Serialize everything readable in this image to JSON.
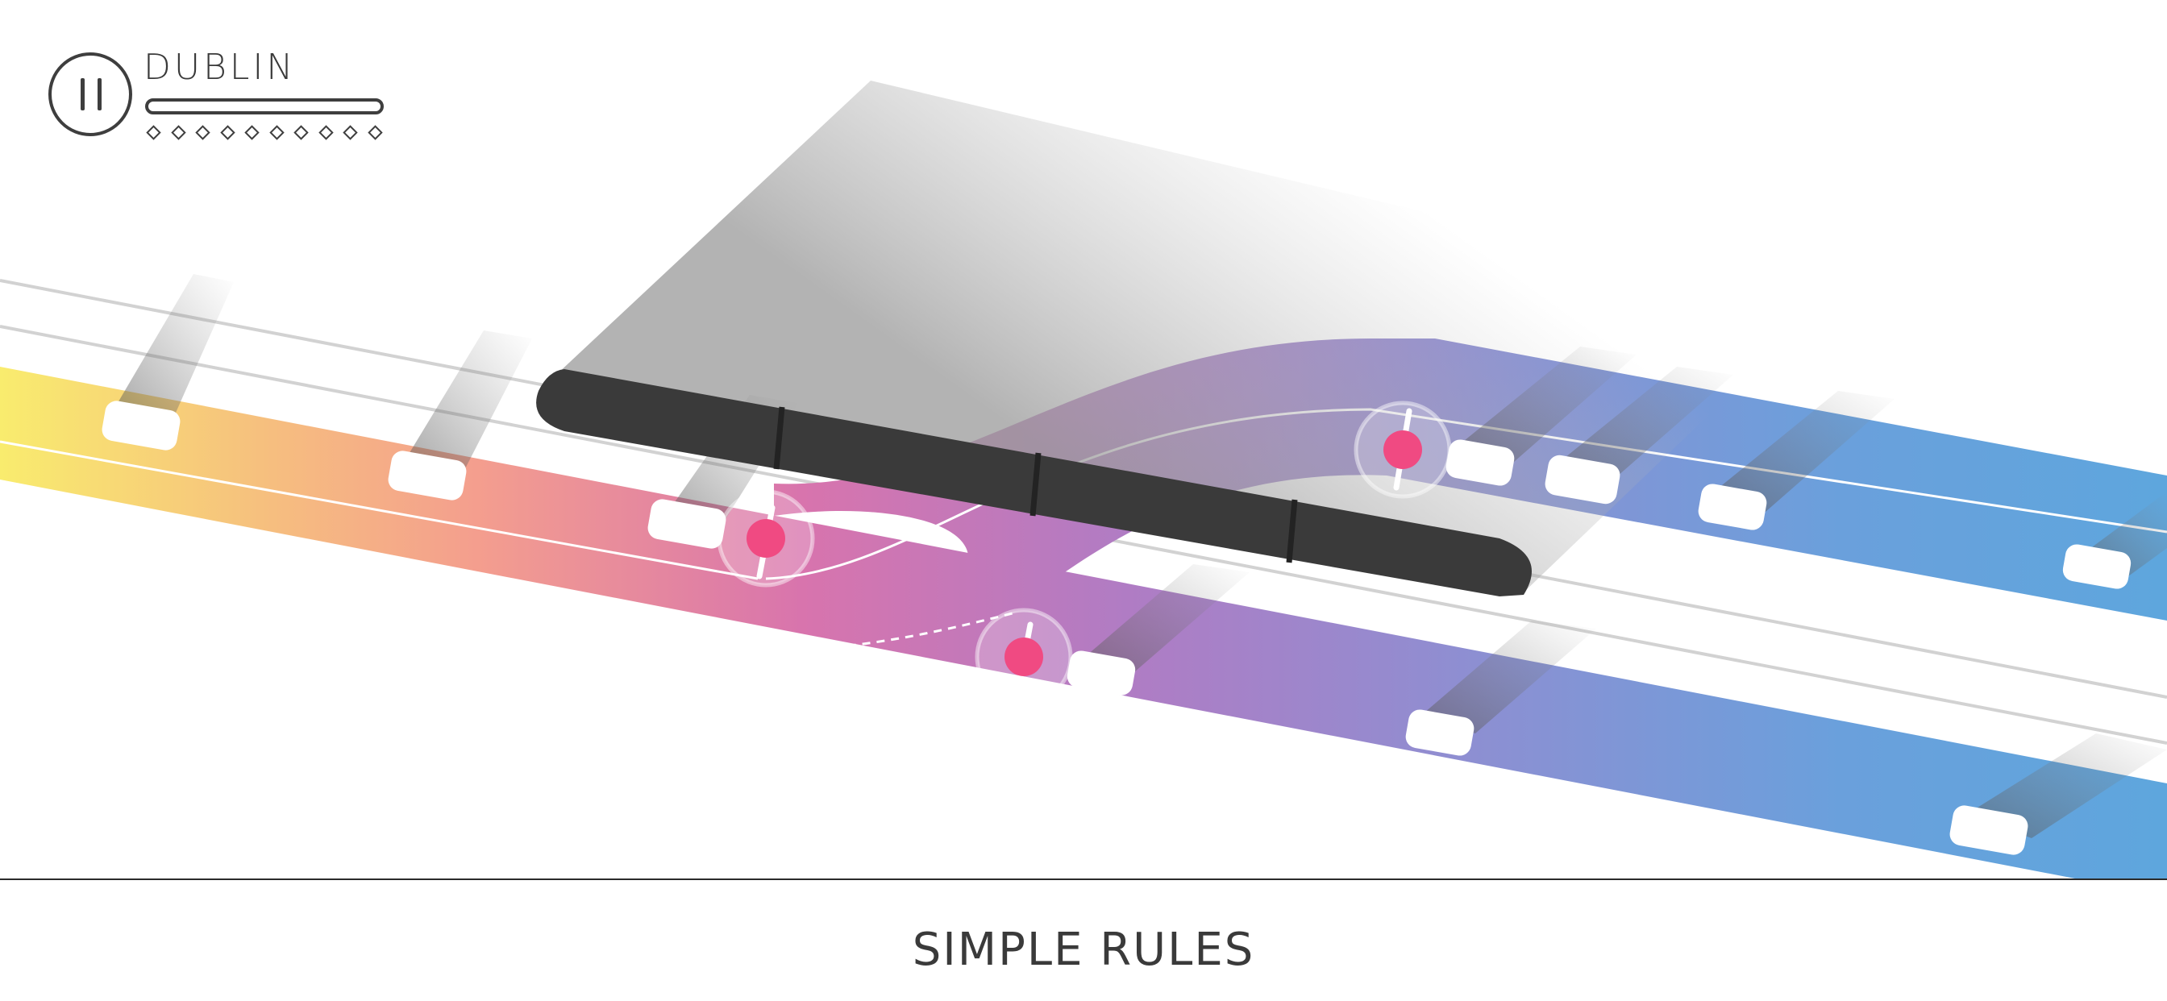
{
  "hud": {
    "city": "DUBLIN",
    "progress": 0,
    "stations_total": 10,
    "pause_icon": "pause-icon"
  },
  "footer": {
    "caption": "SIMPLE RULES"
  },
  "colors": {
    "line_start": "#f9ea6f",
    "line_mid": "#d873ab",
    "line_end": "#63a5dc",
    "bridge": "#3a3a3a",
    "switch": "#f04a82",
    "ink": "#3e3e3e"
  }
}
